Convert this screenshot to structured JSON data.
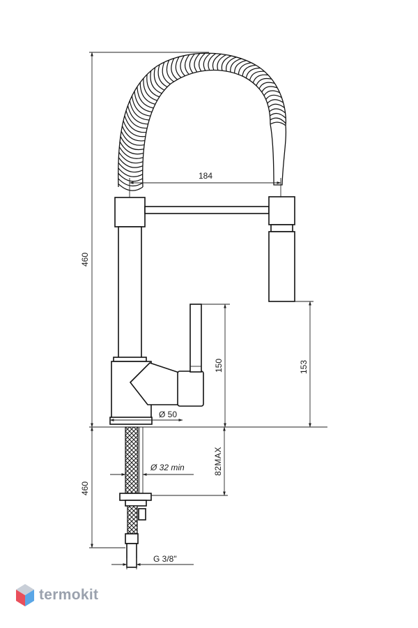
{
  "dimensions": {
    "total_height": "460",
    "spout_reach": "184",
    "handle_height": "150",
    "spout_height": "153",
    "base_diameter": "Ø 50",
    "hole_diameter": "Ø 32 min",
    "max_deck": "82MAX",
    "hose_length": "460",
    "thread": "G  3/8\""
  },
  "brand": {
    "name": "termokit",
    "logo_colors": [
      "#e94f5b",
      "#5aa6e6",
      "#c9cfd8"
    ]
  }
}
